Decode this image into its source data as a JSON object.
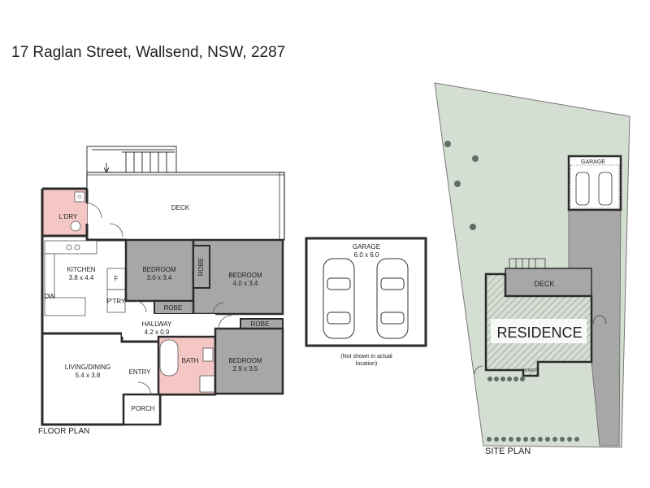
{
  "address": "17 Raglan Street, Wallsend, NSW, 2287",
  "floor_plan": {
    "caption": "FLOOR PLAN",
    "rooms": {
      "deck": "DECK",
      "laundry": "L'DRY",
      "kitchen": "KITCHEN",
      "kitchen_size": "3.8 x 4.4",
      "fridge": "F",
      "pantry": "P'TRY",
      "dishwasher": "DW",
      "bedroom1": "BEDROOM",
      "bedroom1_size": "3.0 x 3.4",
      "robe1": "ROBE",
      "bedroom2": "BEDROOM",
      "bedroom2_size": "4.0 x 3.4",
      "robe2": "ROBE",
      "hallway": "HALLWAY",
      "hallway_size": "4.2 x 0.9",
      "robe3": "ROBE",
      "bath": "BATH",
      "bedroom3": "BEDROOM",
      "bedroom3_size": "2.9 x 3.5",
      "living": "LIVING/DINING",
      "living_size": "5.4 x 3.8",
      "entry": "ENTRY",
      "porch": "PORCH"
    }
  },
  "garage_inset": {
    "label": "GARAGE",
    "size": "6.0 x 6.0",
    "note_line1": "(Not shown in actual",
    "note_line2": "location)"
  },
  "site_plan": {
    "caption": "SITE PLAN",
    "garage": "GARAGE",
    "deck": "DECK",
    "residence": "RESIDENCE",
    "porch": "PORCH"
  },
  "colors": {
    "room_grey": "#a7a7a7",
    "wet_area_pink": "#f4c7c5",
    "site_green": "#d5ded2",
    "tree_green": "#5f6f64",
    "wall": "#2b2b2b"
  }
}
